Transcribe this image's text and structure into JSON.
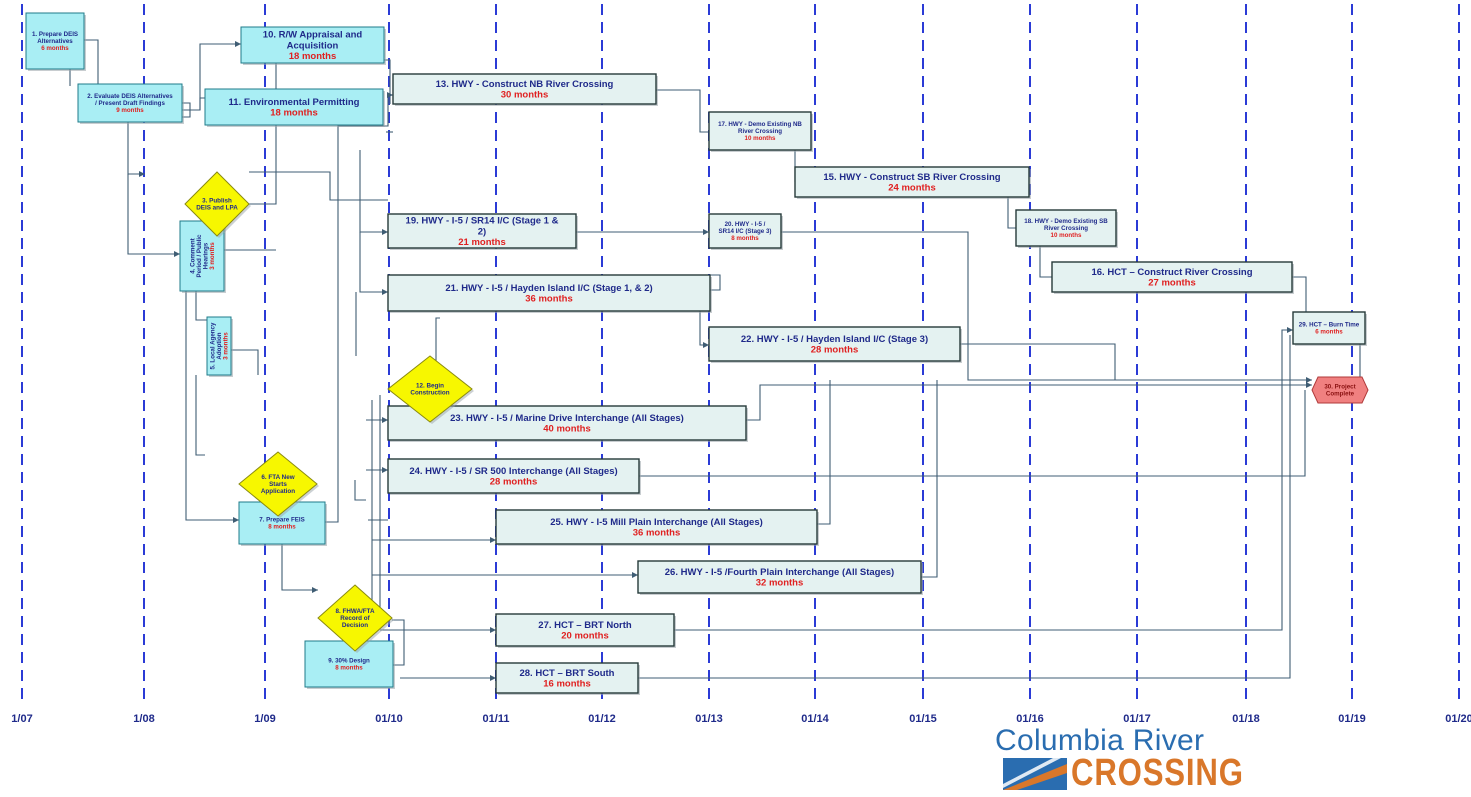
{
  "timeline": {
    "labels": [
      "1/07",
      "1/08",
      "1/09",
      "01/10",
      "01/11",
      "01/12",
      "01/13",
      "01/14",
      "01/15",
      "01/16",
      "01/17",
      "01/18",
      "01/19",
      "01/20"
    ]
  },
  "colors": {
    "gridline": "#2b3bd6",
    "task_fill": "#a9eef4",
    "task_stroke": "#1f7b8a",
    "construct_fill": "#e4f2f1",
    "construct_stroke": "#263a3a",
    "milestone_fill": "#f7f700",
    "title_text": "#1f2a8a",
    "duration_text": "#e02020",
    "connector": "#3f5d74",
    "end_fill": "#f08080",
    "logo_blue": "#2a6db0",
    "logo_orange": "#d9772a"
  },
  "tasks": [
    {
      "id": "t1",
      "title": "1. Prepare DEIS Alternatives",
      "duration": "6 months",
      "style": "light"
    },
    {
      "id": "t2",
      "title": "2. Evaluate DEIS Alternatives / Present Draft Findings",
      "duration": "9 months",
      "style": "light"
    },
    {
      "id": "t4",
      "title": "4. Comment Period / Public Hearings",
      "duration": "3 months",
      "style": "light",
      "vertical": true
    },
    {
      "id": "t5",
      "title": "5. Local Agency Adoption",
      "duration": "3 months",
      "style": "light",
      "vertical": true
    },
    {
      "id": "t7",
      "title": "7. Prepare FEIS",
      "duration": "8 months",
      "style": "light"
    },
    {
      "id": "t9",
      "title": "9. 30% Design",
      "duration": "8 months",
      "style": "light"
    },
    {
      "id": "t10",
      "title": "10. R/W Appraisal and Acquisition",
      "duration": "18 months",
      "style": "light"
    },
    {
      "id": "t11",
      "title": "11. Environmental Permitting",
      "duration": "18 months",
      "style": "light"
    },
    {
      "id": "t13",
      "title": "13. HWY - Construct NB River Crossing",
      "duration": "30 months",
      "style": "construct"
    },
    {
      "id": "t17",
      "title": "17. HWY - Demo Existing NB River Crossing",
      "duration": "10 months",
      "style": "construct"
    },
    {
      "id": "t15",
      "title": "15. HWY - Construct SB River Crossing",
      "duration": "24 months",
      "style": "construct"
    },
    {
      "id": "t18",
      "title": "18. HWY - Demo Existing SB River Crossing",
      "duration": "10 months",
      "style": "construct"
    },
    {
      "id": "t16",
      "title": "16. HCT – Construct River Crossing",
      "duration": "27 months",
      "style": "construct"
    },
    {
      "id": "t19",
      "title": "19. HWY - I-5 / SR14 I/C (Stage 1 & 2)",
      "duration": "21 months",
      "style": "construct"
    },
    {
      "id": "t20",
      "title": "20. HWY - I-5 / SR14 I/C (Stage 3)",
      "duration": "8 months",
      "style": "construct"
    },
    {
      "id": "t21",
      "title": "21. HWY - I-5 / Hayden Island I/C (Stage 1, & 2)",
      "duration": "36 months",
      "style": "construct"
    },
    {
      "id": "t22",
      "title": "22. HWY - I-5 / Hayden Island I/C (Stage 3)",
      "duration": "28 months",
      "style": "construct"
    },
    {
      "id": "t23",
      "title": "23. HWY - I-5 / Marine Drive Interchange (All Stages)",
      "duration": "40 months",
      "style": "construct"
    },
    {
      "id": "t24",
      "title": "24. HWY - I-5 / SR 500 Interchange (All Stages)",
      "duration": "28 months",
      "style": "construct"
    },
    {
      "id": "t25",
      "title": "25. HWY - I-5 Mill Plain Interchange (All Stages)",
      "duration": "36 months",
      "style": "construct"
    },
    {
      "id": "t26",
      "title": "26. HWY - I-5 /Fourth Plain Interchange (All Stages)",
      "duration": "32 months",
      "style": "construct"
    },
    {
      "id": "t27",
      "title": "27. HCT – BRT North",
      "duration": "20 months",
      "style": "construct"
    },
    {
      "id": "t28",
      "title": "28. HCT – BRT South",
      "duration": "16 months",
      "style": "construct"
    },
    {
      "id": "t29",
      "title": "29. HCT – Burn Time",
      "duration": "6 months",
      "style": "construct"
    }
  ],
  "milestones": [
    {
      "id": "m3",
      "label": "3. Publish DEIS and LPA"
    },
    {
      "id": "m6",
      "label": "6. FTA New Starts Application"
    },
    {
      "id": "m8",
      "label": "8. FHWA/FTA Record of Decision"
    },
    {
      "id": "m12",
      "label": "12. Begin Construction"
    }
  ],
  "end": {
    "id": "e30",
    "label": "30. Project Complete"
  },
  "logo": {
    "title": "Columbia River",
    "subtitle": "CROSSING"
  }
}
